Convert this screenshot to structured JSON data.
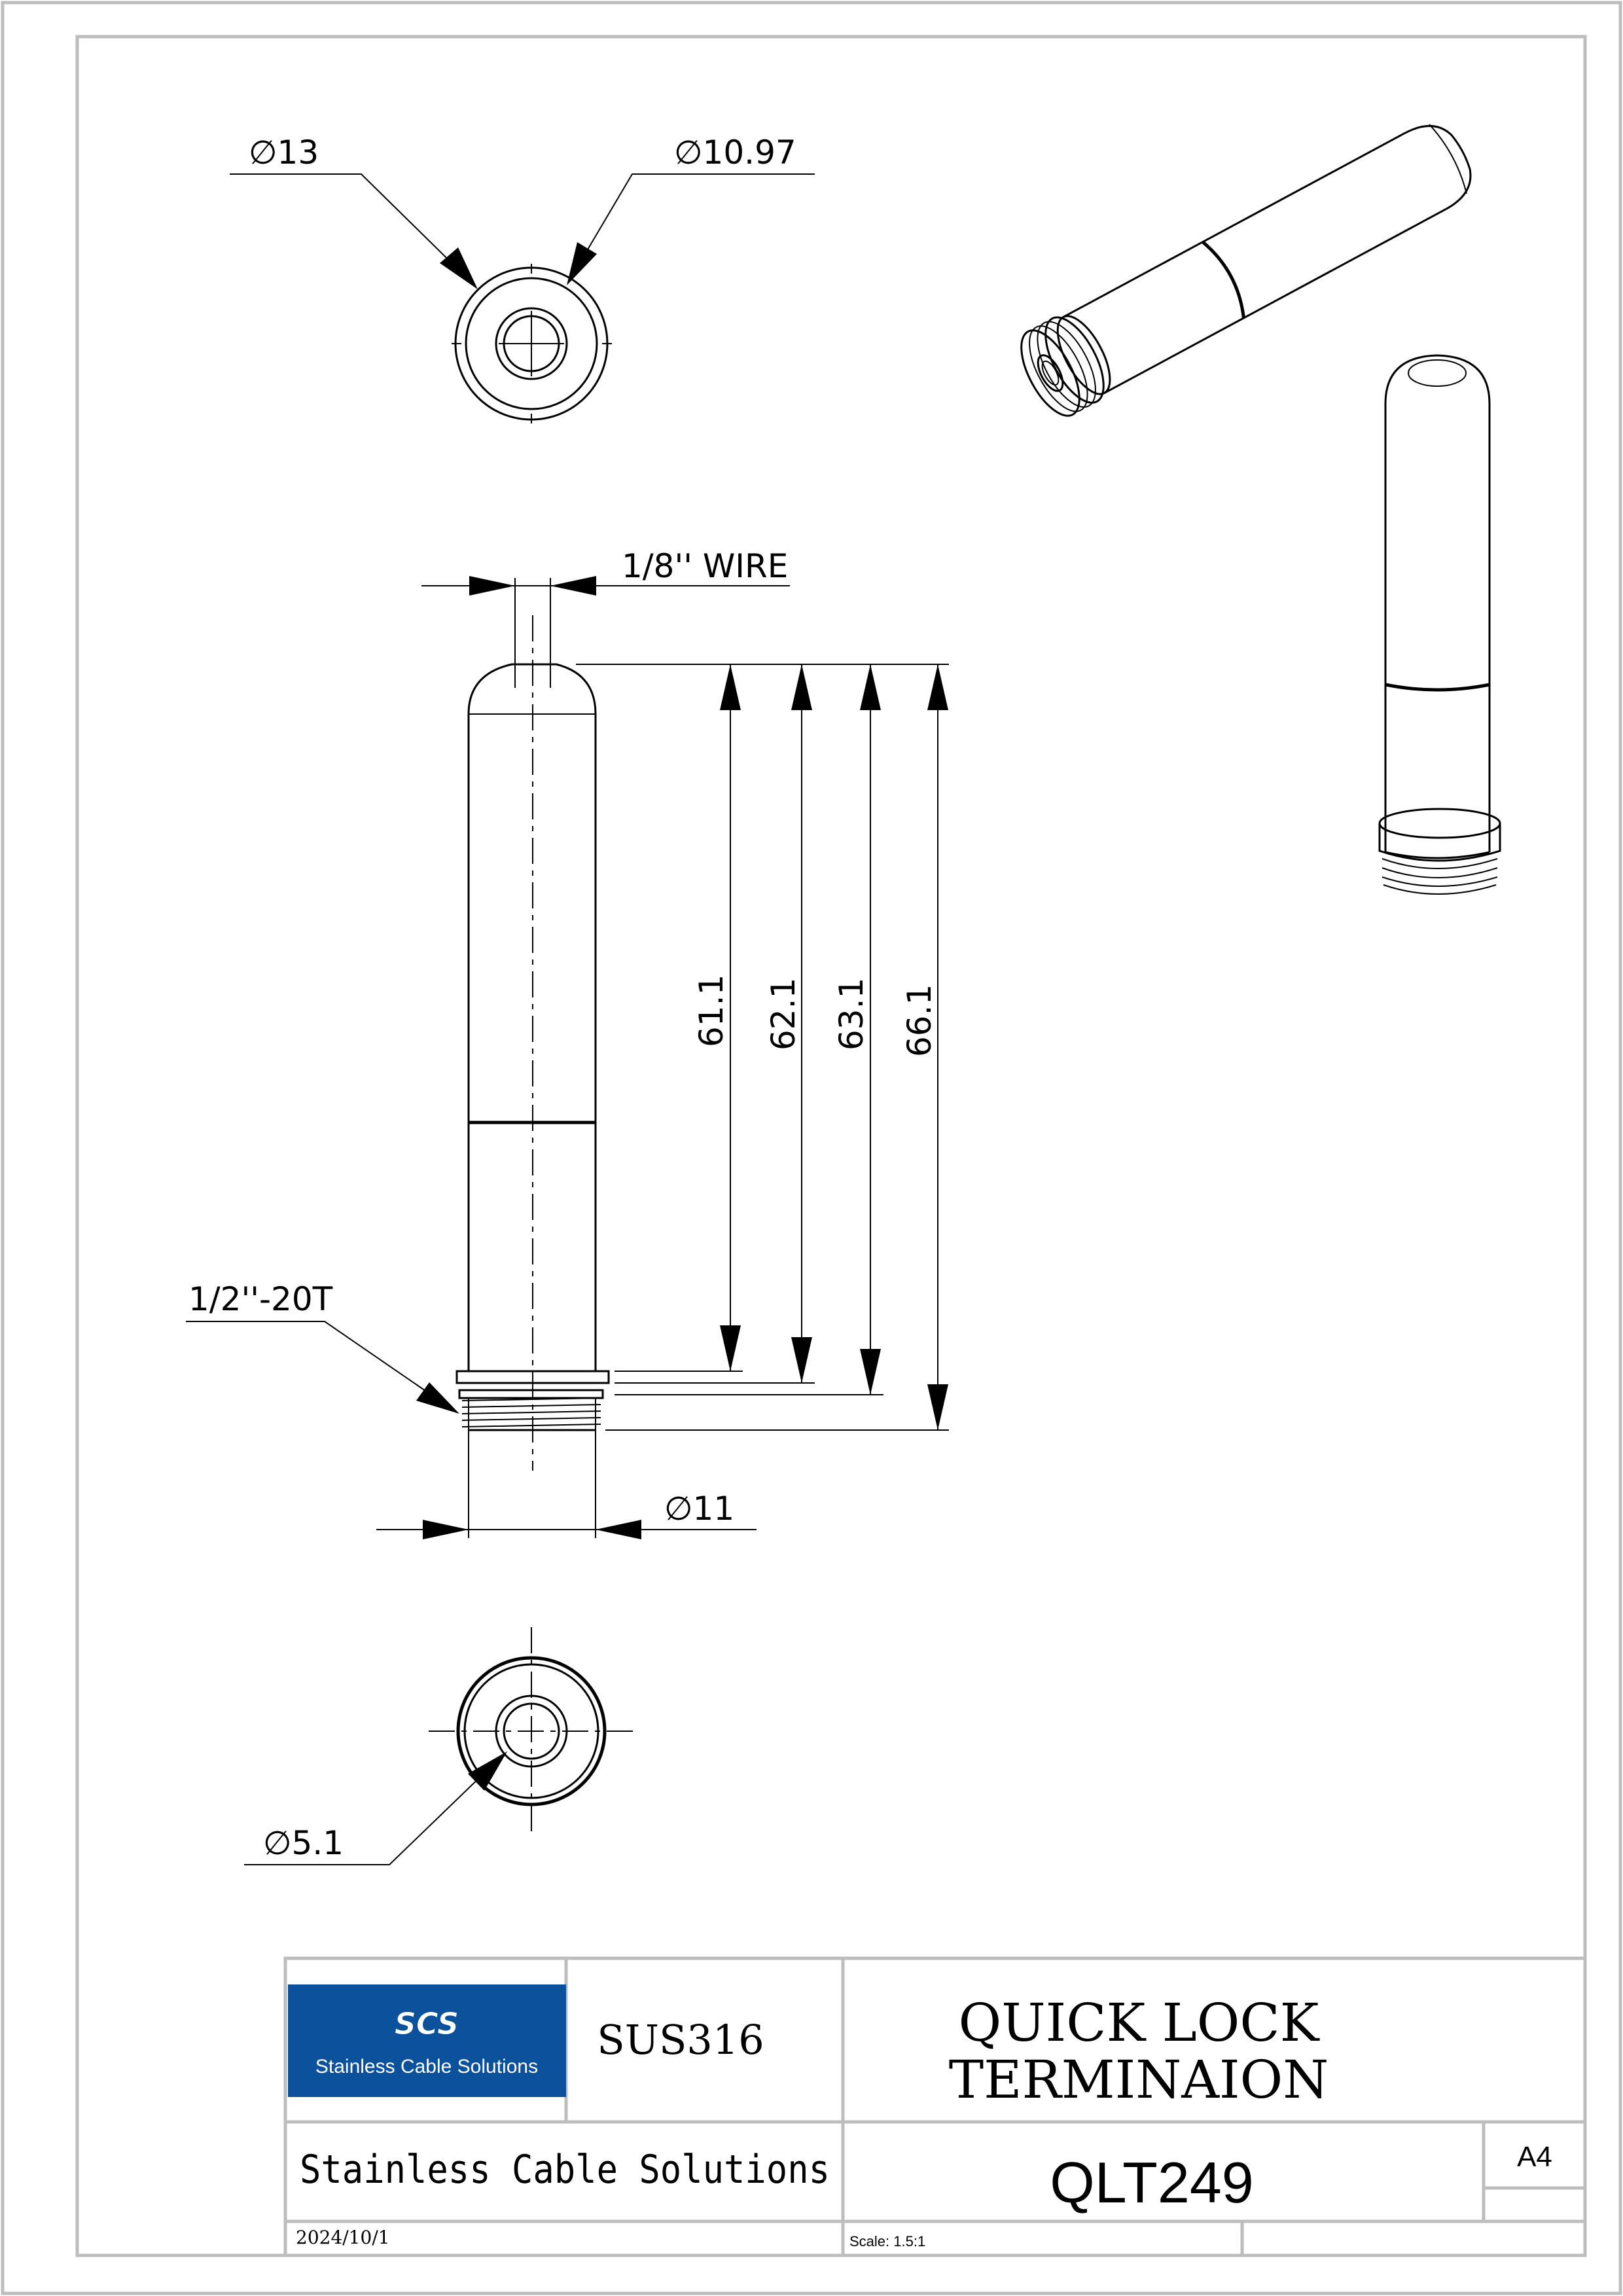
{
  "drawing": {
    "dimensions": {
      "top_outer_diameter": "∅13",
      "top_inner_diameter": "∅10.97",
      "wire": "1/8'' WIRE",
      "len_1": "61.1",
      "len_2": "62.1",
      "len_3": "63.1",
      "len_4": "66.1",
      "thread": "1/2''-20T",
      "body_diameter": "∅11",
      "bore_diameter": "∅5.1"
    }
  },
  "title_block": {
    "logo_mark": "SCS",
    "logo_text": "Stainless Cable Solutions",
    "material": "SUS316",
    "title_line1": "QUICK LOCK",
    "title_line2": "TERMINAION",
    "company": "Stainless Cable Solutions",
    "part_number": "QLT249",
    "sheet_size": "A4",
    "date": "2024/10/1",
    "scale": "Scale: 1.5:1"
  },
  "colors": {
    "logo_bg": "#0B519C",
    "frame": "#BDBDBD"
  }
}
